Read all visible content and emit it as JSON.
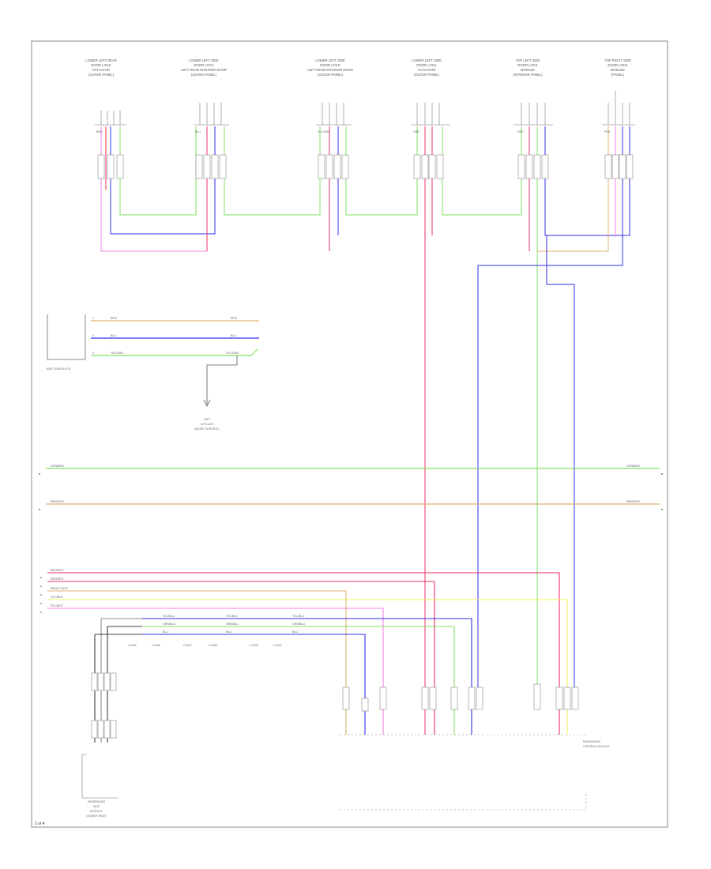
{
  "wire_colors": {
    "pink": "#f080e0",
    "red": "#f03060",
    "blue": "#3030f0",
    "green": "#80e060",
    "tan": "#e0b070",
    "yellow": "#f0f060",
    "gray": "#909090",
    "dark": "#404040"
  },
  "top_components": [
    {
      "l1": "LOWER LEFT REAR",
      "l2": "DOOR LOCK",
      "l3": "ACTUATOR",
      "l4": "(OUTER PANEL)"
    },
    {
      "l1": "LOWER LEFT SIDE",
      "l2": "DOOR LOCK",
      "l3": "LEFT REAR INTERIOR DOOR",
      "l4": "(OUTER PANEL)"
    },
    {
      "l1": "LOWER LEFT SIDE",
      "l2": "DOOR LOCK",
      "l3": "LEFT REAR INTERIOR DOOR",
      "l4": "(OUTER PANEL)"
    },
    {
      "l1": "LOWER LEFT SIDE",
      "l2": "DOOR LOCK",
      "l3": "ACTUATOR",
      "l4": "(OUTER PANEL)"
    },
    {
      "l1": "TOP LEFT SIDE",
      "l2": "DOOR LOCK",
      "l3": "MODULE",
      "l4": "(INTERIOR PANEL)"
    },
    {
      "l1": "TOP RIGHT SIDE",
      "l2": "DOOR LOCK",
      "l3": "MODULE",
      "l4": "(PANEL)"
    }
  ],
  "left_block": {
    "name": "JUNCTION BLOCK",
    "wires": [
      {
        "pin": "2",
        "color": "BRN",
        "right": "BRN"
      },
      {
        "pin": "3",
        "color": "BLU",
        "right": "BLU"
      },
      {
        "pin": "4",
        "color": "YEL/GRN",
        "right": "YEL/GRN"
      }
    ],
    "ground_label_l1": "LEFT",
    "ground_label_l2": "A PILLAR",
    "ground_label_l3": "(NEAR FUSE BOX)"
  },
  "bus_lines": [
    {
      "left": "GRN/BRN",
      "right": "GRN/BRN"
    },
    {
      "left": "BRN/GRN",
      "right": "BRN/GRN"
    }
  ],
  "lower_wires": [
    "BRN/WHT",
    "BRN/RED",
    "BRN/LT GRN",
    "YEL/RED",
    "PPL/WHT"
  ],
  "sensor_labels": [
    {
      "top": "YEL/BLU",
      "mid": "GRN/BLU",
      "bot": "BLU"
    },
    {
      "top": "YEL/BLU",
      "mid": "GRN/BLU",
      "bot": "BLU"
    },
    {
      "top": "YEL/BLU",
      "mid": "GRN/BLU",
      "bot": "BLU"
    }
  ],
  "connector_codes": [
    "C2335",
    "C2336",
    "C2337",
    "C2338",
    "C2339",
    "C2340"
  ],
  "bottom_left_component": {
    "l1": "PASSENGER",
    "l2": "SEAT",
    "l3": "MODULE",
    "l4": "(UNDER SEAT)"
  },
  "module_label": {
    "l1": "PASSENGER",
    "l2": "CONTROL MODULE"
  },
  "page_ref": "2 of 4",
  "wire_tags": [
    "BRN",
    "BLU",
    "YEL/GRN",
    "GRN",
    "RED",
    "PNK"
  ]
}
